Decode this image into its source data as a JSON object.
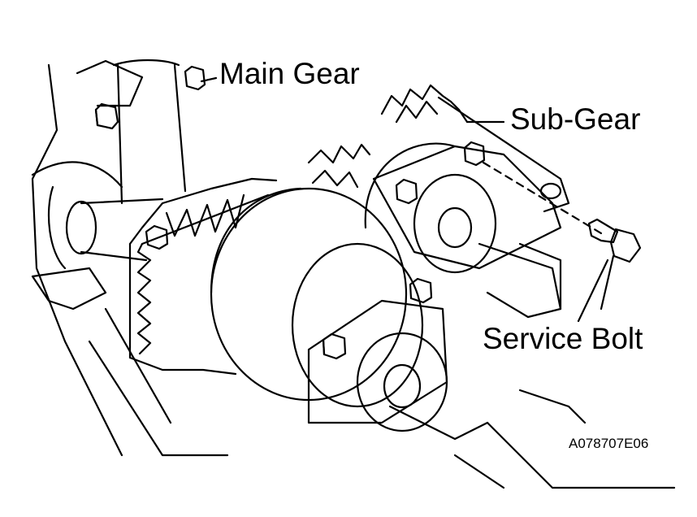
{
  "labels": {
    "main_gear": "Main Gear",
    "sub_gear": "Sub-Gear",
    "service_bolt": "Service Bolt",
    "figure_code": "A078707E06"
  },
  "colors": {
    "ink": "#000000",
    "paper": "#ffffff"
  }
}
